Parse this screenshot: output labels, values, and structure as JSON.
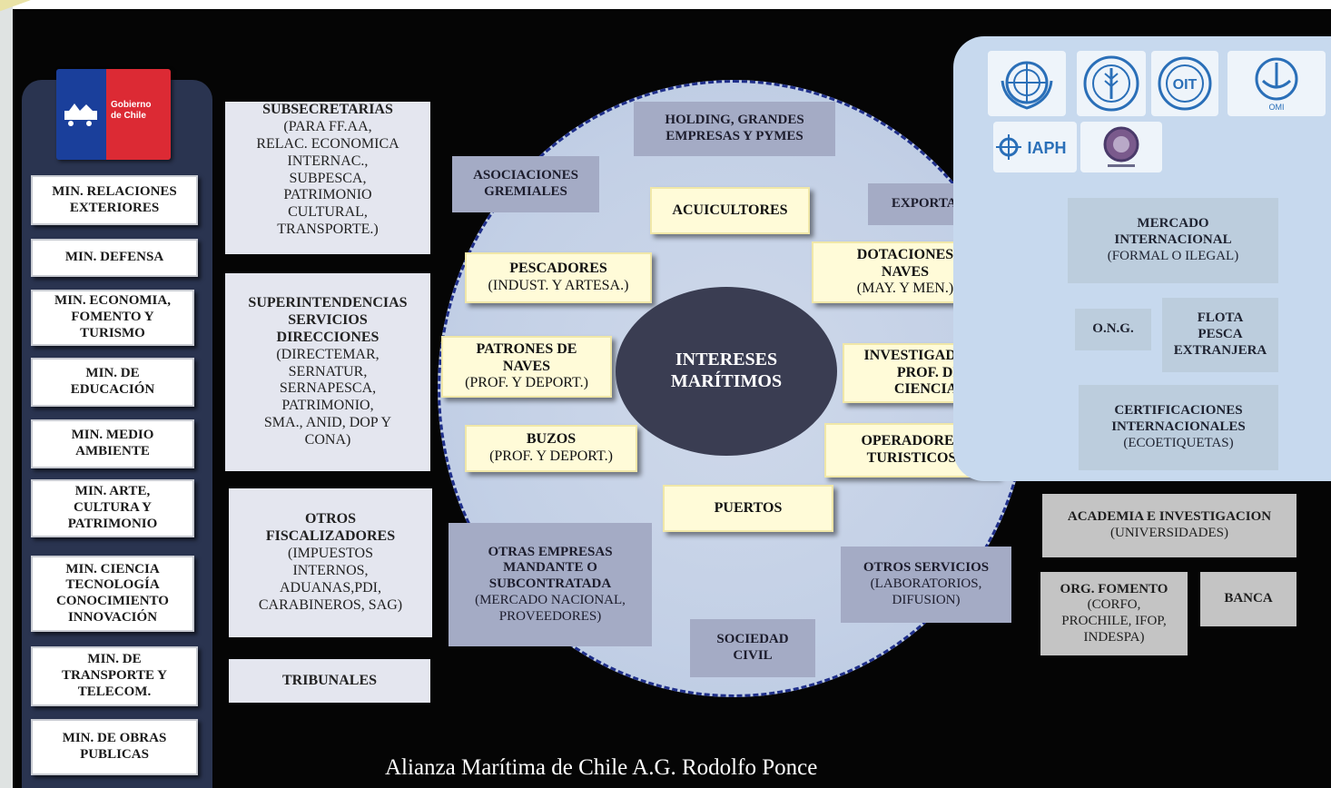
{
  "ministries": [
    {
      "lines": [
        "MIN. RELACIONES",
        "EXTERIORES"
      ]
    },
    {
      "lines": [
        "MIN. DEFENSA"
      ]
    },
    {
      "lines": [
        "MIN. ECONOMIA,",
        "FOMENTO Y",
        "TURISMO"
      ]
    },
    {
      "lines": [
        "MIN. DE",
        "EDUCACIÓN"
      ]
    },
    {
      "lines": [
        "MIN. MEDIO",
        "AMBIENTE"
      ]
    },
    {
      "lines": [
        "MIN. ARTE,",
        "CULTURA Y",
        "PATRIMONIO"
      ]
    },
    {
      "lines": [
        "MIN. CIENCIA",
        "TECNOLOGÍA",
        "CONOCIMIENTO",
        "INNOVACIÓN"
      ]
    },
    {
      "lines": [
        "MIN. DE",
        "TRANSPORTE Y",
        "TELECOM."
      ]
    },
    {
      "lines": [
        "MIN. DE OBRAS",
        "PUBLICAS"
      ]
    }
  ],
  "gov_logo": {
    "text_line1": "Gobierno",
    "text_line2": "de Chile",
    "icon": "government-shield-icon"
  },
  "agencies": {
    "subsecretarias": {
      "title": "SUBSECRETARIAS",
      "lines": [
        "(PARA FF.AA,",
        "RELAC. ECONOMICA",
        "INTERNAC.,",
        "SUBPESCA,",
        "PATRIMONIO",
        "CULTURAL,",
        "TRANSPORTE.)"
      ]
    },
    "superintendencias": {
      "title_lines": [
        "SUPERINTENDENCIAS",
        "SERVICIOS",
        "DIRECCIONES"
      ],
      "lines": [
        "(DIRECTEMAR,",
        "SERNATUR,",
        "SERNAPESCA,",
        "PATRIMONIO,",
        "SMA., ANID, DOP Y",
        "CONA)"
      ]
    },
    "fiscalizadores": {
      "title_lines": [
        "OTROS",
        "FISCALIZADORES"
      ],
      "lines": [
        "(IMPUESTOS",
        "INTERNOS,",
        "ADUANAS,PDI,",
        "CARABINEROS, SAG)"
      ]
    },
    "tribunales": {
      "title": "TRIBUNALES"
    }
  },
  "circle": {
    "center": {
      "line1": "INTERESES",
      "line2": "MARÍTIMOS"
    },
    "holding": {
      "line1": "HOLDING, GRANDES",
      "line2": "EMPRESAS Y PYMES"
    },
    "asociaciones": {
      "line1": "ASOCIACIONES",
      "line2": "GREMIALES"
    },
    "exportadoras": {
      "line1": "EXPORTADORAS"
    },
    "acuicultores": {
      "line1": "ACUICULTORES"
    },
    "pescadores": {
      "line1": "PESCADORES",
      "line2": "(INDUST. Y ARTESA.)"
    },
    "dotaciones": {
      "line1": "DOTACIONES",
      "line2": "NAVES",
      "line3": "(MAY. Y MEN.)"
    },
    "patrones": {
      "line1": "PATRONES DE",
      "line2": "NAVES",
      "line3": "(PROF. Y DEPORT.)"
    },
    "investigadores": {
      "line1": "INVESTIGADORES",
      "line2": "PROF. DE",
      "line3": "CIENCIAS"
    },
    "buzos": {
      "line1": "BUZOS",
      "line2": "(PROF. Y DEPORT.)"
    },
    "operadores": {
      "line1": "OPERADORES",
      "line2": "TURISTICOS"
    },
    "puertos": {
      "line1": "PUERTOS"
    },
    "otras_empresas": {
      "title_lines": [
        "OTRAS EMPRESAS",
        "MANDANTE O",
        "SUBCONTRATADA"
      ],
      "lines": [
        "(MERCADO NACIONAL,",
        "PROVEEDORES)"
      ]
    },
    "otros_servicios": {
      "title": "OTROS SERVICIOS",
      "lines": [
        "(LABORATORIOS,",
        "DIFUSION)"
      ]
    },
    "sociedad": {
      "line1": "SOCIEDAD",
      "line2": "CIVIL"
    }
  },
  "international": {
    "logos": [
      {
        "name": "un-logo-icon"
      },
      {
        "name": "fao-logo-icon"
      },
      {
        "name": "oit-logo-icon",
        "text": "OIT"
      },
      {
        "name": "omi-logo-icon",
        "text": "OMI"
      },
      {
        "name": "iaph-logo-icon",
        "text": "IAPH"
      },
      {
        "name": "seal-logo-icon"
      }
    ],
    "mercado": {
      "line1": "MERCADO",
      "line2": "INTERNACIONAL",
      "line3": "(FORMAL O ILEGAL)"
    },
    "ong": {
      "line1": "O.N.G."
    },
    "flota": {
      "line1": "FLOTA",
      "line2": "PESCA",
      "line3": "EXTRANJERA"
    },
    "certificaciones": {
      "line1": "CERTIFICACIONES",
      "line2": "INTERNACIONALES",
      "line3": "(ECOETIQUETAS)"
    }
  },
  "national_other": {
    "academia": {
      "line1": "ACADEMIA E INVESTIGACION",
      "line2": "(UNIVERSIDADES)"
    },
    "fomento": {
      "title": "ORG. FOMENTO",
      "lines": [
        "(CORFO,",
        "PROCHILE, IFOP,",
        "INDESPA)"
      ]
    },
    "banca": {
      "line1": "BANCA"
    }
  },
  "credit": "Alianza Marítima de Chile A.G.    Rodolfo Ponce",
  "colors": {
    "background": "#050505",
    "gov_panel": "#2a3450",
    "circle": "#c3d0e6",
    "yellow_box": "#fffbd8",
    "steel_box": "#a4abc5",
    "right_panel": "#c7d9ee",
    "center": "#3a3d52"
  }
}
